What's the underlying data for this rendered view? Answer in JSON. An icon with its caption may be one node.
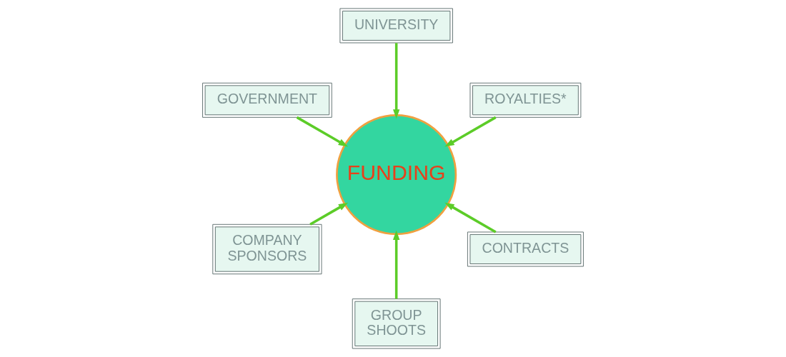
{
  "diagram": {
    "nodes": [
      {
        "text": [
          "ROYALTIES*"
        ]
      },
      {
        "text": [
          "UNIVERSITY"
        ]
      },
      {
        "text": [
          "GOVERNMENT"
        ]
      },
      {
        "text": [
          "FUNDING"
        ]
      },
      {
        "text": [
          "COMPANY SPONSORS"
        ]
      },
      {
        "text": [
          "GROUP SHOOTS"
        ]
      },
      {
        "text": [
          "CONTRACTS"
        ]
      }
    ],
    "edges": [
      {
        "from": 0,
        "to": 3,
        "arrow": "to"
      },
      {
        "from": 1,
        "to": 3,
        "arrow": "to"
      },
      {
        "from": 2,
        "to": 3,
        "arrow": "to"
      },
      {
        "from": 4,
        "to": 3,
        "arrow": "to"
      },
      {
        "from": 5,
        "to": 3,
        "arrow": "to"
      },
      {
        "from": 6,
        "to": 3,
        "arrow": "to"
      }
    ]
  }
}
